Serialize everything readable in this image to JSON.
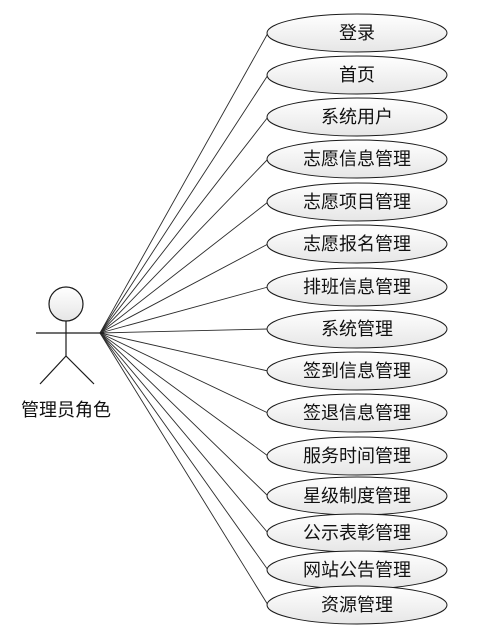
{
  "actor": {
    "label": "管理员角色"
  },
  "use_cases": [
    {
      "label": "登录"
    },
    {
      "label": "首页"
    },
    {
      "label": "系统用户"
    },
    {
      "label": "志愿信息管理"
    },
    {
      "label": "志愿项目管理"
    },
    {
      "label": "志愿报名管理"
    },
    {
      "label": "排班信息管理"
    },
    {
      "label": "系统管理"
    },
    {
      "label": "签到信息管理"
    },
    {
      "label": "签退信息管理"
    },
    {
      "label": "服务时间管理"
    },
    {
      "label": "星级制度管理"
    },
    {
      "label": "公示表彰管理"
    },
    {
      "label": "网站公告管理"
    },
    {
      "label": "资源管理"
    }
  ]
}
